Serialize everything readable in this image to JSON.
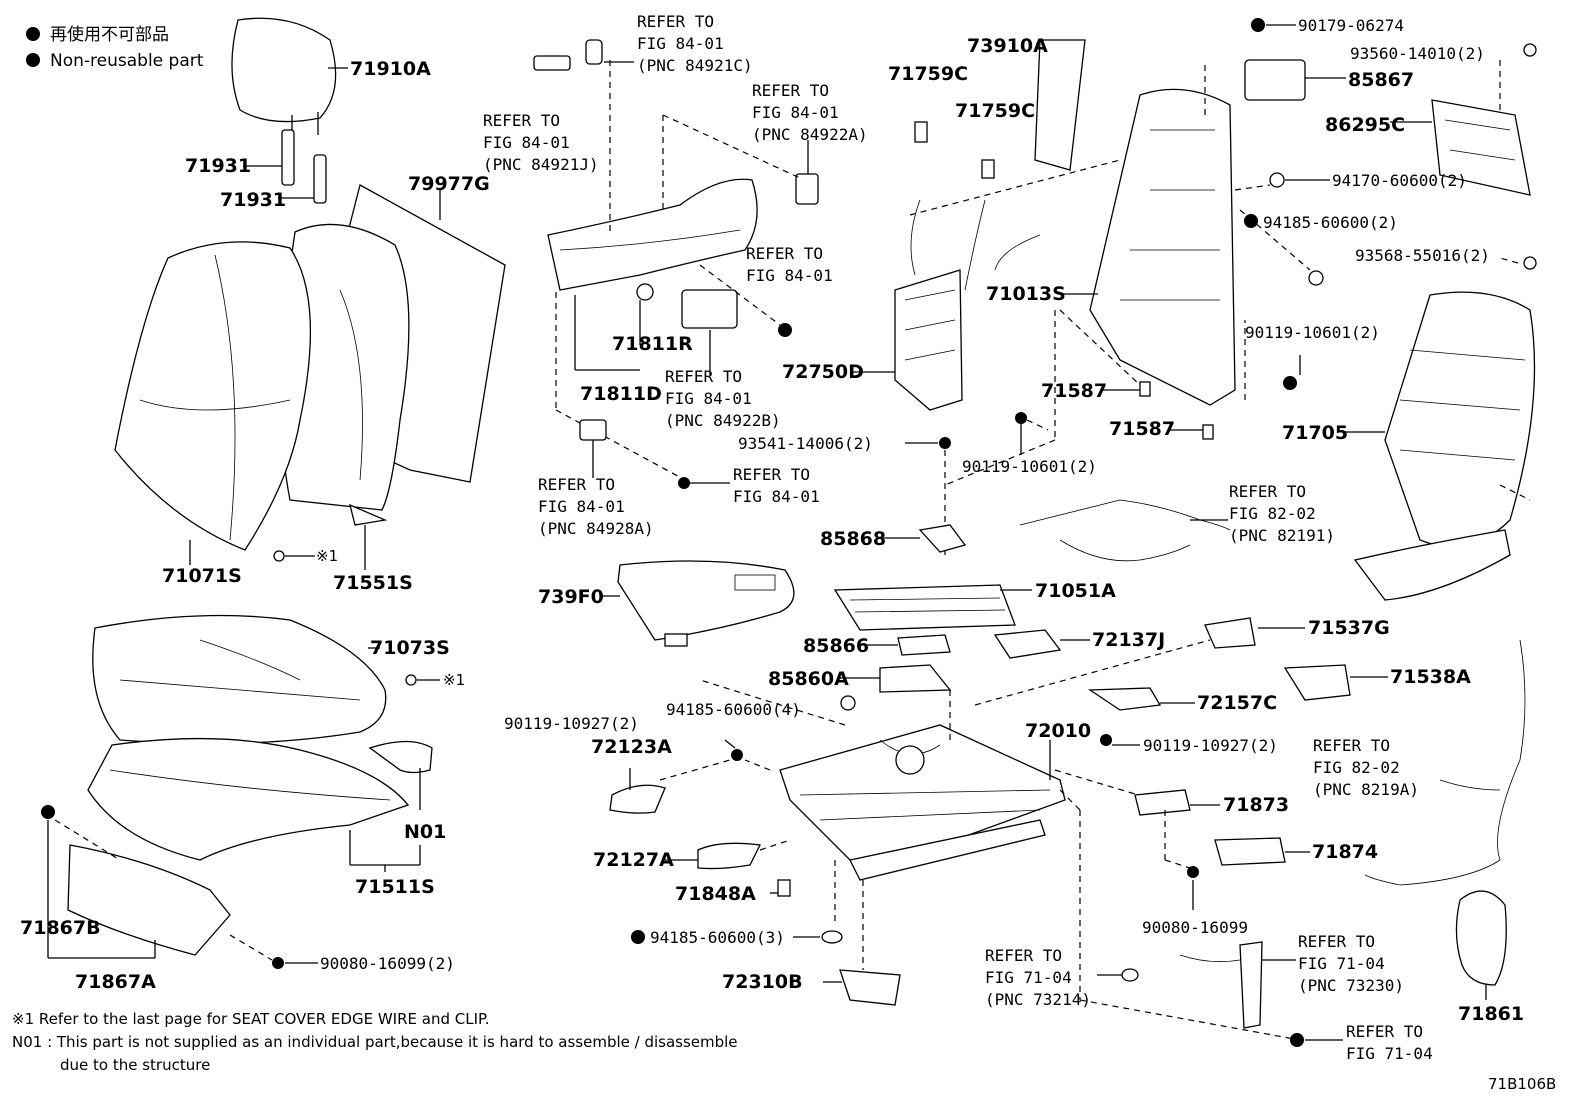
{
  "legend": {
    "line1": "再使用不可部品",
    "line2": "Non-reusable part"
  },
  "labels": {
    "p71910A": "71910A",
    "p71931a": "71931",
    "p71931b": "71931",
    "p79977G": "79977G",
    "p71071S": "71071S",
    "p71551S": "71551S",
    "p71073S": "71073S",
    "pN01": "N01",
    "p71511S": "71511S",
    "p71867B": "71867B",
    "p71867A": "71867A",
    "p90080a": "90080-16099(2)",
    "p71811R": "71811R",
    "p71811D": "71811D",
    "p739F0": "739F0",
    "p72123A": "72123A",
    "p72127A": "72127A",
    "p71848A": "71848A",
    "p94185c": "94185-60600(3)",
    "p72310B": "72310B",
    "p90119_927a": "90119-10927(2)",
    "p94185d": "94185-60600(4)",
    "p71759Ca": "71759C",
    "p71759Cb": "71759C",
    "p73910A": "73910A",
    "p72750D": "72750D",
    "p71013S": "71013S",
    "p93541": "93541-14006(2)",
    "p90119_601a": "90119-10601(2)",
    "p71587a": "71587",
    "p71587b": "71587",
    "p85868": "85868",
    "p71051A": "71051A",
    "p85866": "85866",
    "p72137J": "72137J",
    "p85860A": "85860A",
    "p72010": "72010",
    "p90119_927b": "90119-10927(2)",
    "p71873": "71873",
    "p71874": "71874",
    "p90080b": "90080-16099",
    "p90179": "90179-06274",
    "p85867": "85867",
    "p93560": "93560-14010(2)",
    "p86295C": "86295C",
    "p94170": "94170-60600(2)",
    "p94185a": "94185-60600(2)",
    "p93568": "93568-55016(2)",
    "p90119_601b": "90119-10601(2)",
    "p71705": "71705",
    "p71537G": "71537G",
    "p71538A": "71538A",
    "p72157C": "72157C",
    "p71861": "71861",
    "note_mark": "※1",
    "note_mark2": "※1"
  },
  "refs": {
    "r1": [
      "REFER TO",
      "FIG 84-01",
      "(PNC 84921C)"
    ],
    "r2": [
      "REFER TO",
      "FIG 84-01",
      "(PNC 84921J)"
    ],
    "r3": [
      "REFER TO",
      "FIG 84-01",
      "(PNC 84922A)"
    ],
    "r4": [
      "REFER TO",
      "FIG 84-01"
    ],
    "r5": [
      "REFER TO",
      "FIG 84-01",
      "(PNC 84922B)"
    ],
    "r6": [
      "REFER TO",
      "FIG 84-01",
      "(PNC 84928A)"
    ],
    "r7": [
      "REFER TO",
      "FIG 84-01"
    ],
    "r8": [
      "REFER TO",
      "FIG 82-02",
      "(PNC 82191)"
    ],
    "r9": [
      "REFER TO",
      "FIG 82-02",
      "(PNC 8219A)"
    ],
    "r10": [
      "REFER TO",
      "FIG 71-04",
      "(PNC 73214)"
    ],
    "r11": [
      "REFER TO",
      "FIG 71-04",
      "(PNC 73230)"
    ],
    "r12": [
      "REFER TO",
      "FIG 71-04"
    ]
  },
  "footnotes": {
    "f1": "※1  Refer to the last page for SEAT COVER EDGE WIRE and CLIP.",
    "f2": "N01 : This part is not supplied as an individual part,because it is hard to assemble / disassemble",
    "f3": "due to the structure"
  },
  "diagram_code": "71B106B"
}
